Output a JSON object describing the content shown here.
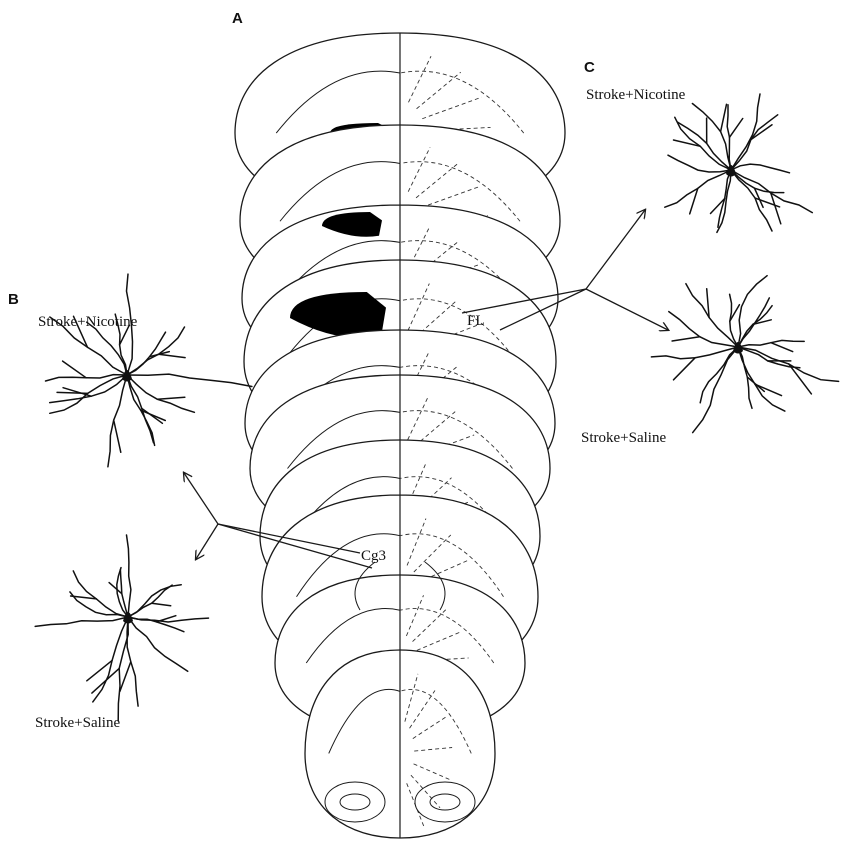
{
  "panels": {
    "a": {
      "letter": "A"
    },
    "b": {
      "letter": "B",
      "top_label": "Stroke+Nicotine",
      "bottom_label": "Stroke+Saline"
    },
    "c": {
      "letter": "C",
      "top_label": "Stroke+Nicotine",
      "bottom_label": "Stroke+Saline"
    }
  },
  "regions": {
    "fl": "FL",
    "cg3": "Cg3"
  },
  "colors": {
    "ink": "#111111",
    "lesion": "#000000",
    "background": "#ffffff"
  }
}
